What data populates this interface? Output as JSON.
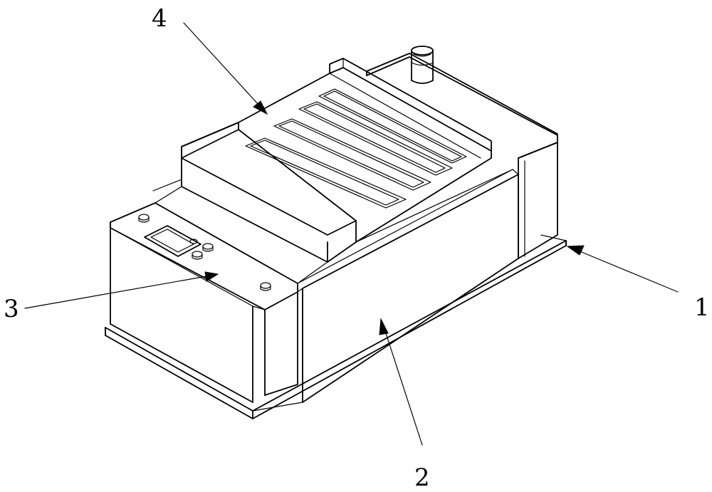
{
  "callouts": {
    "base_plate": "1",
    "housing": "2",
    "control_panel": "3",
    "top_grille": "4"
  }
}
